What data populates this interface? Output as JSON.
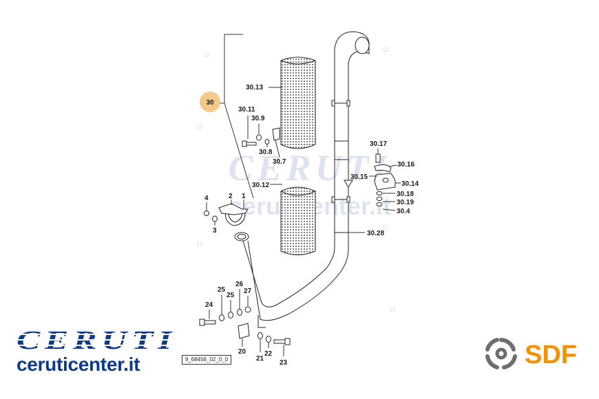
{
  "labels": {
    "l30": "30",
    "l30_13": "30.13",
    "l30_11": "30.11",
    "l30_9": "30.9",
    "l30_8": "30.8",
    "l30_7": "30.7",
    "l30_12": "30.12",
    "l30_17": "30.17",
    "l30_16": "30.16",
    "l30_15": "30.15",
    "l30_14": "30.14",
    "l30_18": "30.18",
    "l30_19": "30.19",
    "l30_4": "30.4",
    "l30_28": "30.28",
    "l4": "4",
    "l2": "2",
    "l1": "1",
    "l3": "3",
    "l25a": "25",
    "l26": "26",
    "l25b": "25",
    "l27": "27",
    "l24": "24",
    "l20": "20",
    "l21": "21",
    "l22": "22",
    "l23": "23"
  },
  "drawing_id": "9_68456_02_0_0",
  "watermark": {
    "text": "CERUTI",
    "subtext": "ceruticenter.it"
  },
  "brand": {
    "ceruti_logo_text": "CERUTI",
    "ceruti_site": "ceruticenter.it",
    "sdf_text": "SDF"
  },
  "colors": {
    "highlight": "#f4c98a",
    "ceruti_blue": "#0e3a8a",
    "sdf_orange": "#f39200",
    "sdf_gray": "#6d6e71",
    "line": "#333333"
  },
  "icons": {
    "sdf_mark": "sdf-logo-mark-icon"
  }
}
